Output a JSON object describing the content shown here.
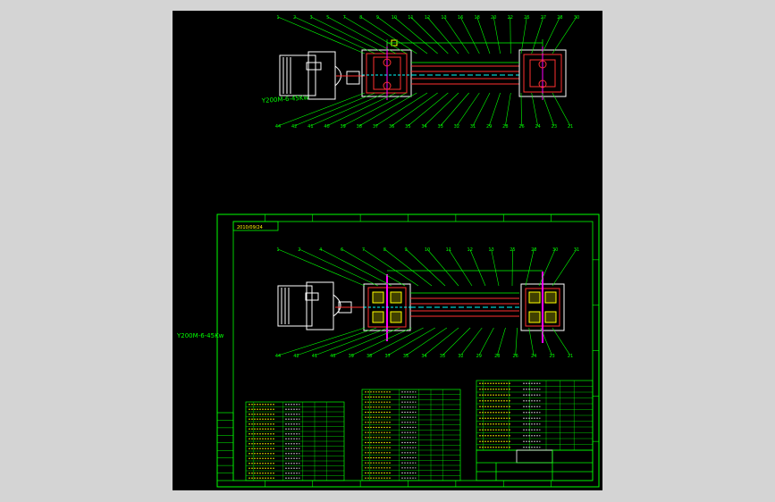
{
  "viewport": {
    "background": "#d4d4d4",
    "canvas_background": "#000000"
  },
  "colors": {
    "leader": "#00ff00",
    "frame": "#00ff00",
    "part_outline": "#ffffff",
    "shaft": "#ff3030",
    "highlight": "#ffff00",
    "accent": "#ff00ff",
    "dim": "#00ffff"
  },
  "top_view": {
    "motor_label": "Y200M-6-45Kw",
    "top_callouts": [
      "1",
      "2",
      "3",
      "5",
      "7",
      "8",
      "9",
      "10",
      "11",
      "12",
      "13",
      "16",
      "18",
      "20",
      "22",
      "25",
      "27",
      "28",
      "30"
    ],
    "bottom_callouts": [
      "44",
      "42",
      "41",
      "40",
      "39",
      "38",
      "37",
      "36",
      "35",
      "34",
      "33",
      "32",
      "31",
      "29",
      "28",
      "26",
      "24",
      "23",
      "21"
    ],
    "dimension_center": "",
    "dimension_top": ""
  },
  "sheet": {
    "title_tag": "2010/09/24",
    "motor_label": "Y200M-6-45Kw",
    "top_callouts": [
      "1",
      "2",
      "4",
      "6",
      "7",
      "8",
      "9",
      "10",
      "11",
      "12",
      "13",
      "25",
      "28",
      "30",
      "31"
    ],
    "bottom_callouts": [
      "44",
      "42",
      "41",
      "40",
      "39",
      "38",
      "37",
      "35",
      "34",
      "33",
      "32",
      "29",
      "28",
      "26",
      "24",
      "23",
      "21"
    ],
    "dimension_center": ""
  },
  "title_block": {
    "drawing_name": "",
    "company": ""
  }
}
